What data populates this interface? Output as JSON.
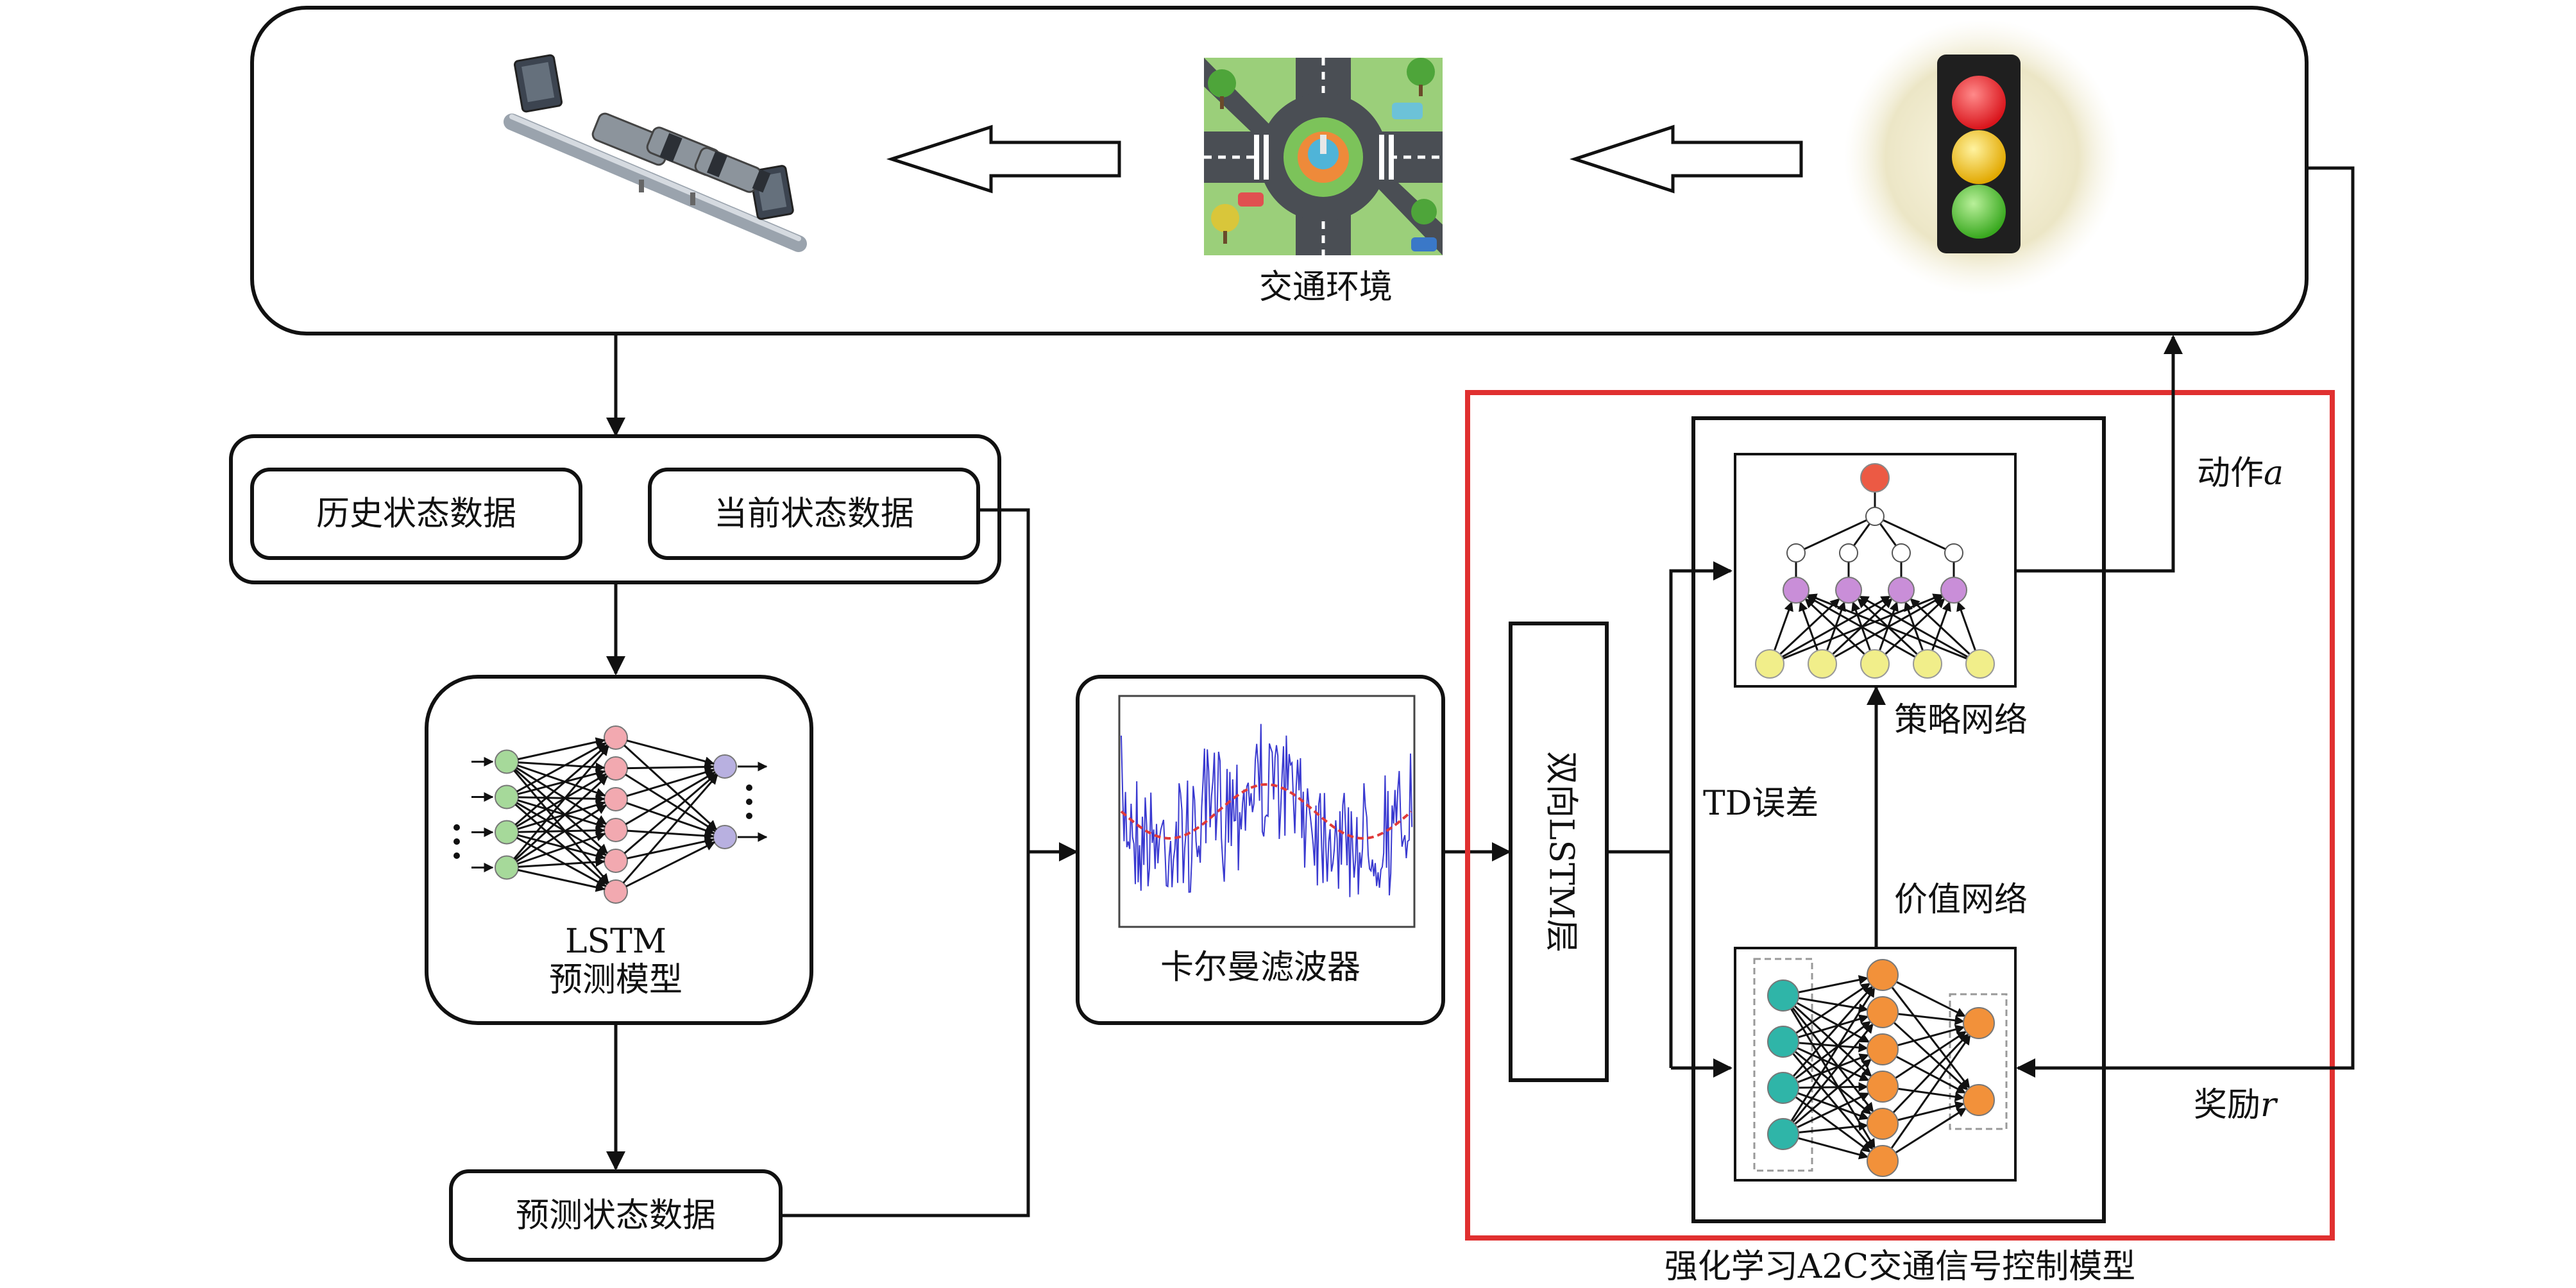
{
  "env": {
    "label": "交通环境"
  },
  "data_box": {
    "history": "历史状态数据",
    "current": "当前状态数据"
  },
  "lstm": {
    "line1": "LSTM",
    "line2": "预测模型"
  },
  "predicted": {
    "label": "预测状态数据"
  },
  "kalman": {
    "label": "卡尔曼滤波器"
  },
  "bilstm": {
    "label": "双向LSTM层"
  },
  "policy": {
    "label": "策略网络"
  },
  "value": {
    "label": "价值网络"
  },
  "td": {
    "label": "TD误差"
  },
  "action": {
    "prefix": "动作",
    "symbol": "a"
  },
  "reward": {
    "prefix": "奖励",
    "symbol": "r"
  },
  "a2c": {
    "title": "强化学习A2C交通信号控制模型"
  },
  "colors": {
    "red_frame": "#e03030",
    "green_node": "#a6d99a",
    "pink_node": "#f2a9b0",
    "lavender_node": "#b8b0e0",
    "purple_node": "#c98ed8",
    "yellow_node": "#f1ee8a",
    "teal_node": "#2fb5a8",
    "orange_node": "#f2913a",
    "red_node": "#ec5a44"
  },
  "icons": [
    "traffic-camera-icon",
    "intersection-icon",
    "traffic-light-icon"
  ]
}
